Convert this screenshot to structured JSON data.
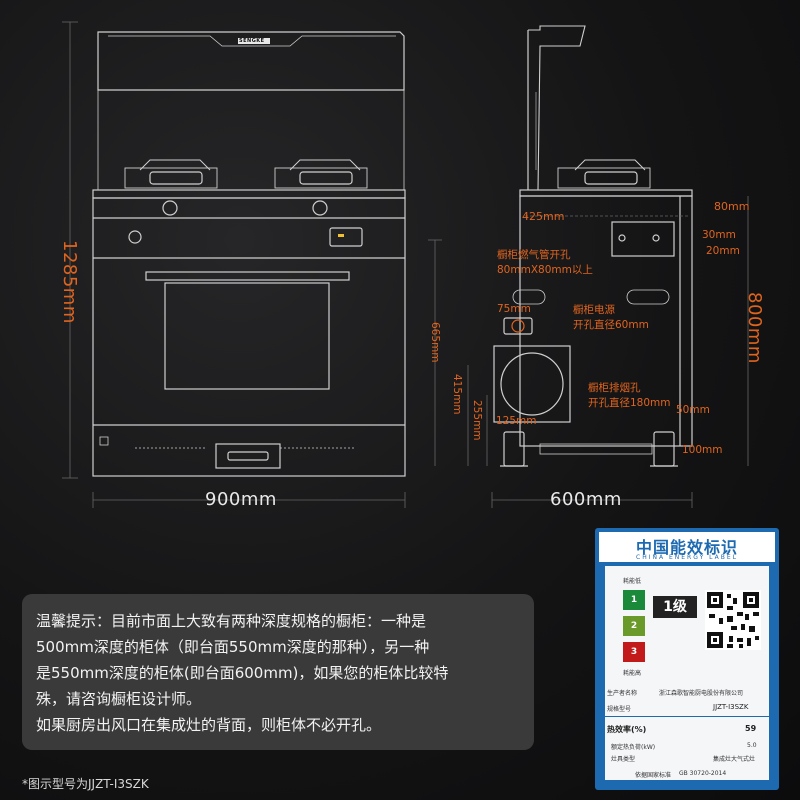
{
  "brand_logo": "SENGKE",
  "dimensions": {
    "height_total": "1285mm",
    "width_front": "900mm",
    "depth_side": "600mm",
    "cabinet_height": "800mm",
    "gas_hole_offset": "425mm",
    "side_80": "80mm",
    "side_30": "30mm",
    "side_20": "20mm",
    "side_665": "665mm",
    "side_75": "75mm",
    "side_415": "415mm",
    "side_255": "255mm",
    "side_125": "125mm",
    "side_50": "50mm",
    "side_100": "100mm"
  },
  "annotations": {
    "gas_hole_line1": "橱柜燃气管开孔",
    "gas_hole_line2": "80mmX80mm以上",
    "power_line1": "橱柜电源",
    "power_line2": "开孔直径60mm",
    "exhaust_line1": "橱柜排烟孔",
    "exhaust_line2": "开孔直径180mm"
  },
  "tip": {
    "line1": "温馨提示：目前市面上大致有两种深度规格的橱柜：一种是",
    "line2": "500mm深度的柜体（即台面550mm深度的那种），另一种",
    "line3": "是550mm深度的柜体(即台面600mm)，如果您的柜体比较特",
    "line4": "殊，请咨询橱柜设计师。",
    "line5": "如果厨房出风口在集成灶的背面，则柜体不必开孔。"
  },
  "footnote": "*图示型号为JJZT-I3SZK",
  "energy_label": {
    "title": "中国能效标识",
    "subtitle": "CHINA ENERGY LABEL",
    "low_consumption": "耗能低",
    "high_consumption": "耗能高",
    "grades": [
      "1",
      "2",
      "3"
    ],
    "grade_colors": [
      "#1a8a3a",
      "#d8281e",
      "#c21a1a"
    ],
    "grade_value": "1级",
    "producer_label": "生产者名称",
    "producer_value": "浙江森歌智能厨电股份有限公司",
    "model_label": "规格型号",
    "model_value": "JJZT-I3SZK",
    "efficiency_label": "热效率(%)",
    "efficiency_value": "59",
    "load_label": "额定热负荷(kW)",
    "load_value": "5.0",
    "type_label": "灶具类型",
    "type_value": "集成灶大气式灶",
    "standard_label": "依据国家标准",
    "standard_value": "GB 30720-2014"
  }
}
